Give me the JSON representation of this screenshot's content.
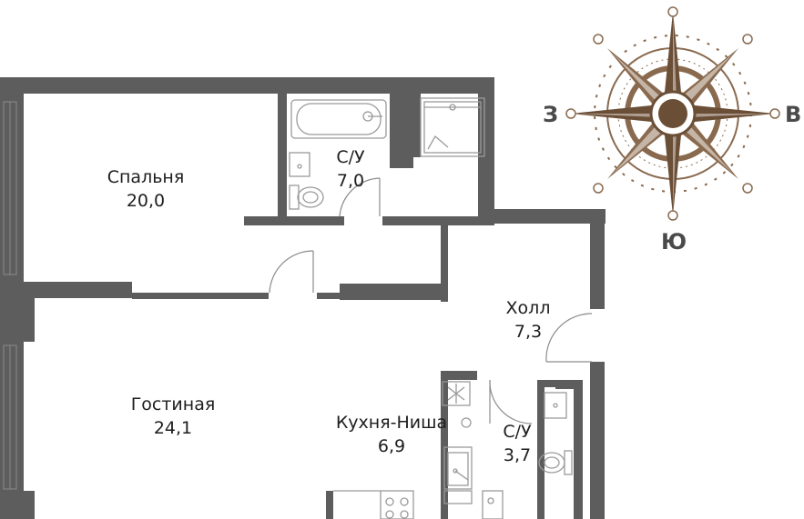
{
  "rooms": {
    "bedroom": {
      "name": "Спальня",
      "area": "20,0"
    },
    "bath1": {
      "name": "С/У",
      "area": "7,0"
    },
    "hall": {
      "name": "Холл",
      "area": "7,3"
    },
    "living": {
      "name": "Гостиная",
      "area": "24,1"
    },
    "kitchen": {
      "name": "Кухня-Ниша",
      "area": "6,9"
    },
    "bath2": {
      "name": "С/У",
      "area": "3,7"
    }
  },
  "compass": {
    "west": "З",
    "east": "В",
    "south": "Ю"
  },
  "colors": {
    "wall": "#5d5d5d",
    "fixture": "#9a9a9a",
    "compass": "#8a6a4f",
    "compass_dark": "#6b4e36"
  }
}
